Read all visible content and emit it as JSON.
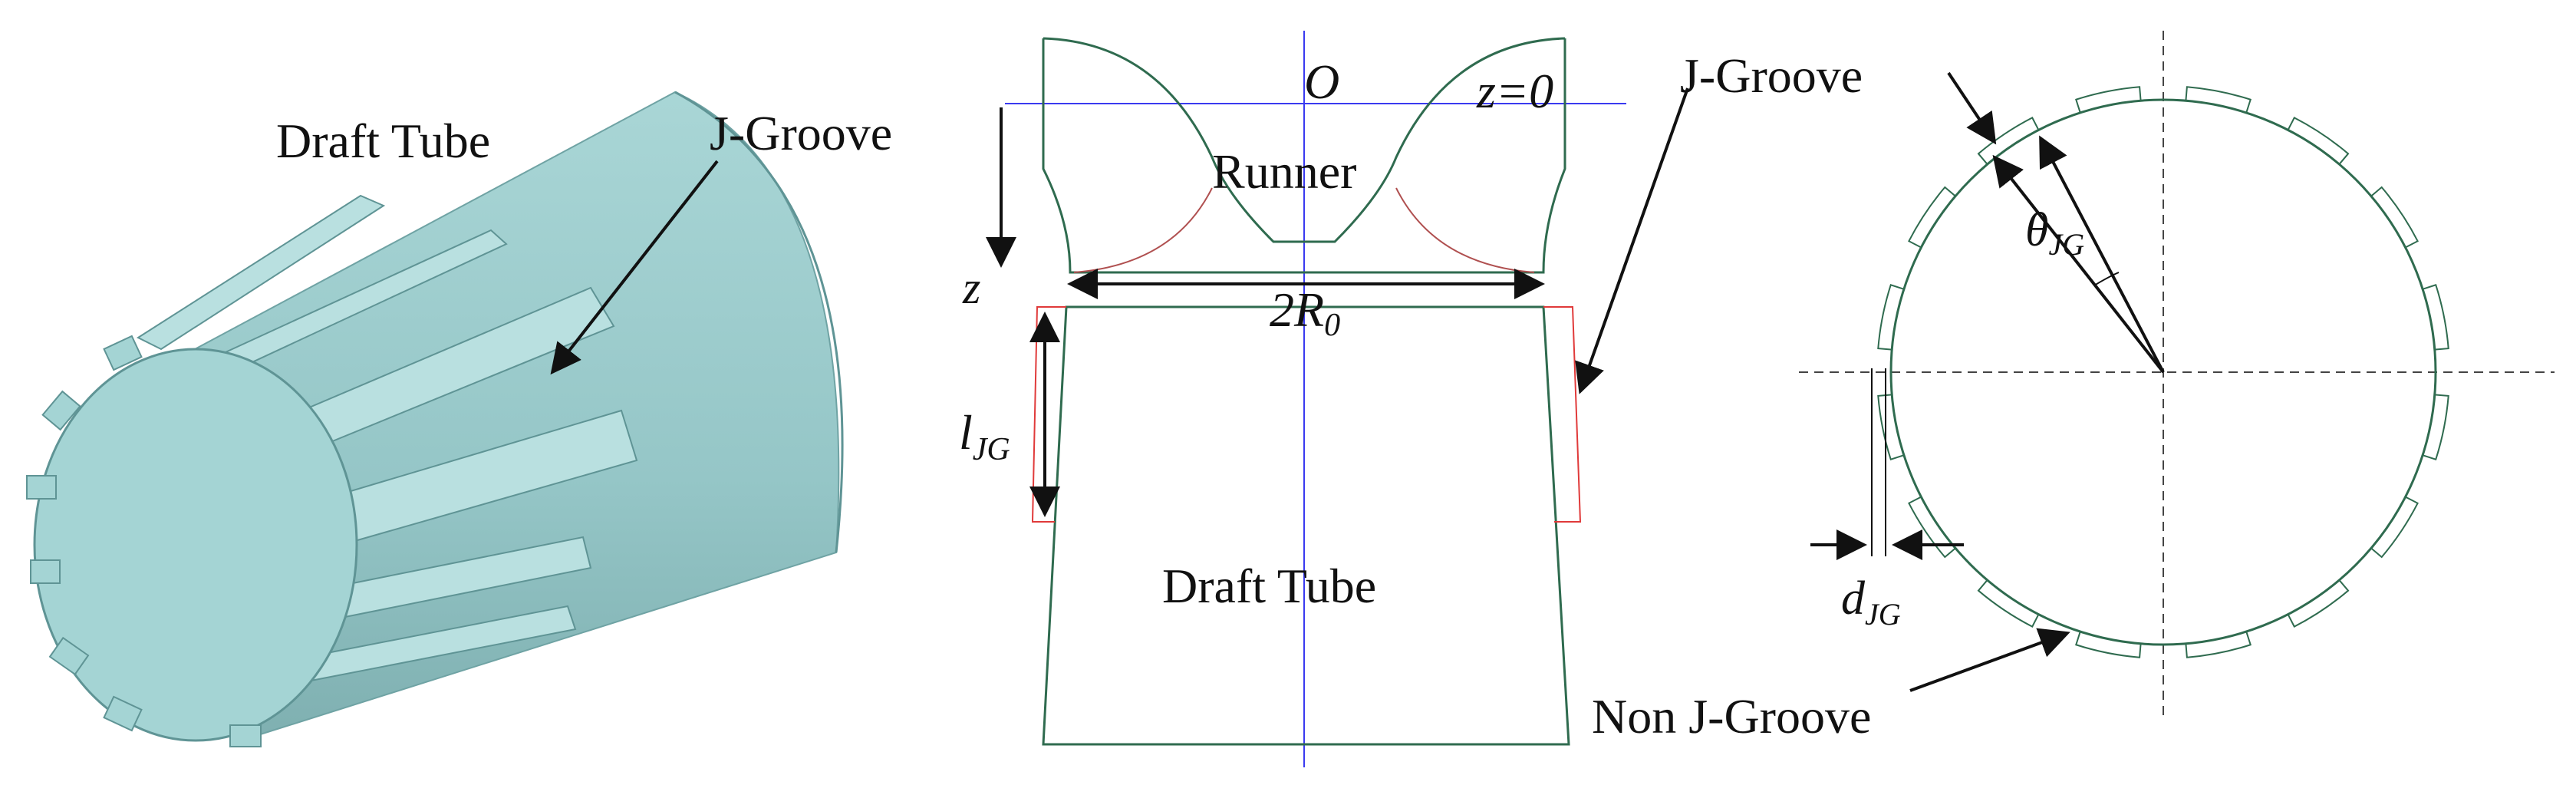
{
  "panel_left": {
    "draft_tube_label": "Draft Tube",
    "j_groove_label": "J-Groove"
  },
  "panel_middle": {
    "origin_label": "O",
    "z_zero_label": "z=0",
    "runner_label": "Runner",
    "z_axis_label": "z",
    "diameter_label_main": "2R",
    "diameter_label_sub": "0",
    "length_label_main": "l",
    "length_label_sub": "JG",
    "draft_tube_label": "Draft Tube",
    "j_groove_label": "J-Groove"
  },
  "panel_right": {
    "theta_label_main": "θ",
    "theta_label_sub": "JG",
    "depth_label_main": "d",
    "depth_label_sub": "JG",
    "non_groove_label": "Non J-Groove"
  },
  "colors": {
    "body_fill": "#9fcfcf",
    "body_shade": "#86b9ba",
    "outline": "#2f6b4f",
    "axis_blue": "#3a3af0",
    "groove_red": "#e03a3a",
    "arrow": "#111111"
  }
}
